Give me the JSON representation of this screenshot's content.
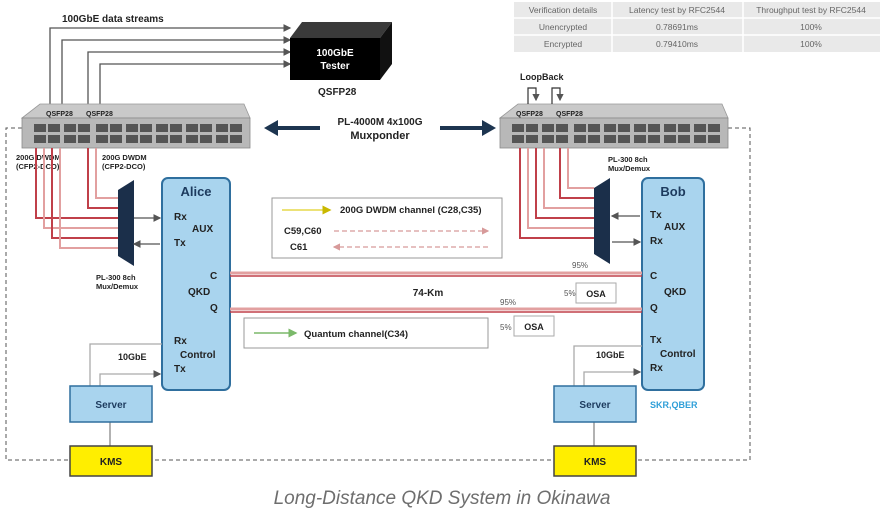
{
  "table": {
    "headers": [
      "Verification details",
      "Latency test by RFC2544",
      "Throughput test by RFC2544"
    ],
    "rows": [
      [
        "Unencrypted",
        "0.78691ms",
        "100%"
      ],
      [
        "Encrypted",
        "0.79410ms",
        "100%"
      ]
    ]
  },
  "labels": {
    "data_streams": "100GbE data streams",
    "tester": [
      "100GbE",
      "Tester"
    ],
    "qsfp28": "QSFP28",
    "loopback": "LoopBack",
    "qsfp_port_a1": "QSFP28",
    "qsfp_port_a2": "QSFP28",
    "qsfp_port_b1": "QSFP28",
    "qsfp_port_b2": "QSFP28",
    "muxponder": [
      "PL-4000M 4x100G",
      "Muxponder"
    ],
    "dwdm_left_1": [
      "200G DWDM",
      "(CFP2-DCO)"
    ],
    "dwdm_left_2": [
      "200G DWDM",
      "(CFP2-DCO)"
    ],
    "mux_left": [
      "PL-300 8ch",
      "Mux/Demux"
    ],
    "mux_right": [
      "PL-300 8ch",
      "Mux/Demux"
    ],
    "distance": "74-Km",
    "pct_95": "95%",
    "pct_5_top": "5%",
    "pct_95_bottom": "95%",
    "pct_5_bottom": "5%",
    "osa_top": "OSA",
    "osa_bottom": "OSA",
    "gbe_left": "10GbE",
    "gbe_right": "10GbE",
    "server_left": "Server",
    "server_right": "Server",
    "kms_left": "KMS",
    "kms_right": "KMS",
    "skr_qber": "SKR,QBER",
    "caption": "Long-Distance QKD System in Okinawa"
  },
  "alice": {
    "title": "Alice",
    "lines": [
      "Rx",
      "AUX",
      "Tx",
      "C",
      "QKD",
      "Q",
      "Rx",
      "Control",
      "Tx"
    ]
  },
  "bob": {
    "title": "Bob",
    "lines": [
      "Tx",
      "AUX",
      "Rx",
      "C",
      "QKD",
      "Q",
      "Tx",
      "Control",
      "Rx"
    ]
  },
  "legend_dwdm": {
    "title": "200G DWDM channel (C28,C35)",
    "items": [
      "C59,C60",
      "C61"
    ]
  },
  "legend_quantum": {
    "title": "Quantum channel(C34)"
  },
  "colors": {
    "box_fill": "#a9d4ee",
    "box_stroke": "#2f6f9e",
    "kms_fill": "#ffee00",
    "fiber_red": "#c0404a",
    "fiber_pink": "#e2a0a0",
    "arrow_dark": "#1d3550",
    "skr_color": "#2f9fd8"
  }
}
